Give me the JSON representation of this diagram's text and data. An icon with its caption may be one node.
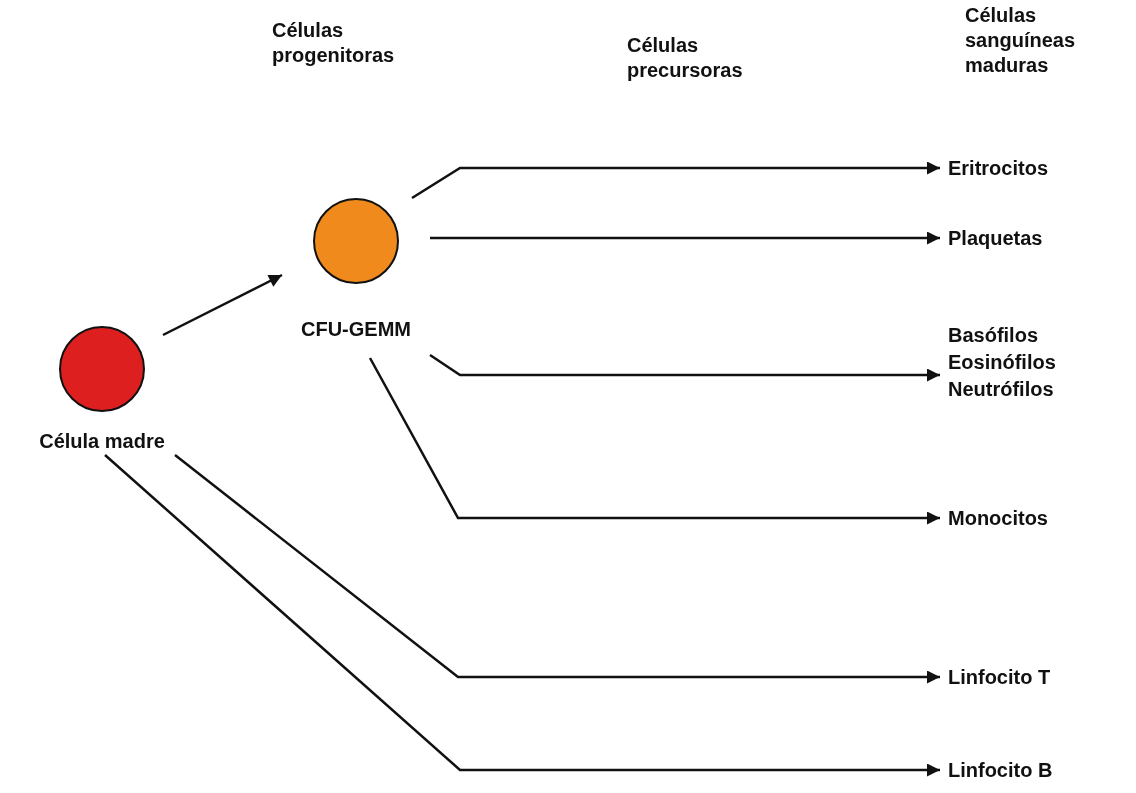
{
  "diagram": {
    "nodes": [
      {
        "text": [
          "Célula madre"
        ]
      },
      {
        "text": [
          "CFU-GEMM"
        ]
      },
      {
        "text": [
          "Eritrocitos"
        ]
      },
      {
        "text": [
          "Plaquetas"
        ]
      },
      {
        "text": [
          "Basófilos",
          "Eosinófilos",
          "Neutrófilos"
        ]
      },
      {
        "text": [
          "Monocitos"
        ]
      },
      {
        "text": [
          "Linfocito T"
        ]
      },
      {
        "text": [
          "Linfocito B"
        ]
      }
    ],
    "edges": [
      {
        "from": 0,
        "to": 1,
        "arrow": "to"
      },
      {
        "from": 1,
        "to": 2,
        "arrow": "to"
      },
      {
        "from": 1,
        "to": 3,
        "arrow": "to"
      },
      {
        "from": 1,
        "to": 4,
        "arrow": "to"
      },
      {
        "from": 1,
        "to": 5,
        "arrow": "to"
      },
      {
        "from": 0,
        "to": 6,
        "arrow": "to"
      },
      {
        "from": 0,
        "to": 7,
        "arrow": "to"
      }
    ],
    "labels": [
      "Células progenitoras",
      "Células precursoras",
      "Células sanguíneas maduras"
    ]
  }
}
